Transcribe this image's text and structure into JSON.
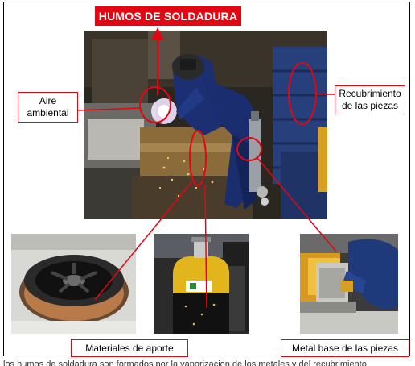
{
  "title": "HUMOS DE SOLDADURA",
  "labels": {
    "aire": "Aire ambiental",
    "recubrimiento": "Recubrimiento de las piezas",
    "materiales": "Materiales de aporte",
    "metal_base": "Metal base de las piezas"
  },
  "photos": {
    "main": "welder-photo",
    "spool": "wire-spool-photo",
    "cylinder": "gas-cylinder-photo",
    "workpiece": "workpiece-photo"
  },
  "colors": {
    "accent": "#e30613",
    "frame": "#000000"
  },
  "cut_text": "los humos de soldadura son formados por la vaporizacion de los metales y del recubrimiento"
}
